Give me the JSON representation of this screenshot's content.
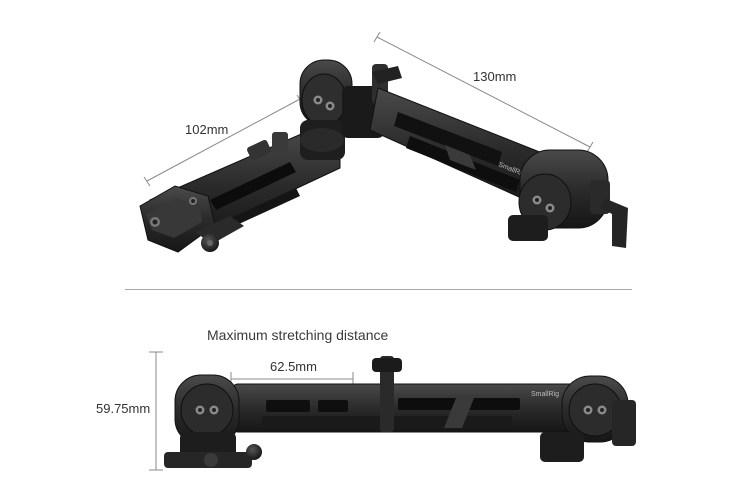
{
  "top_view": {
    "dim_left": "102mm",
    "dim_right": "130mm",
    "brand_mark": "SmallRig"
  },
  "bottom_view": {
    "caption": "Maximum stretching distance",
    "dim_horizontal": "62.5mm",
    "dim_vertical": "59.75mm",
    "brand_mark": "SmallRig"
  },
  "colors": {
    "metal": "#2b2b2b",
    "metal_dark": "#161616",
    "metal_light": "#4a4a4a",
    "dimension_line": "#8a8a8a"
  }
}
